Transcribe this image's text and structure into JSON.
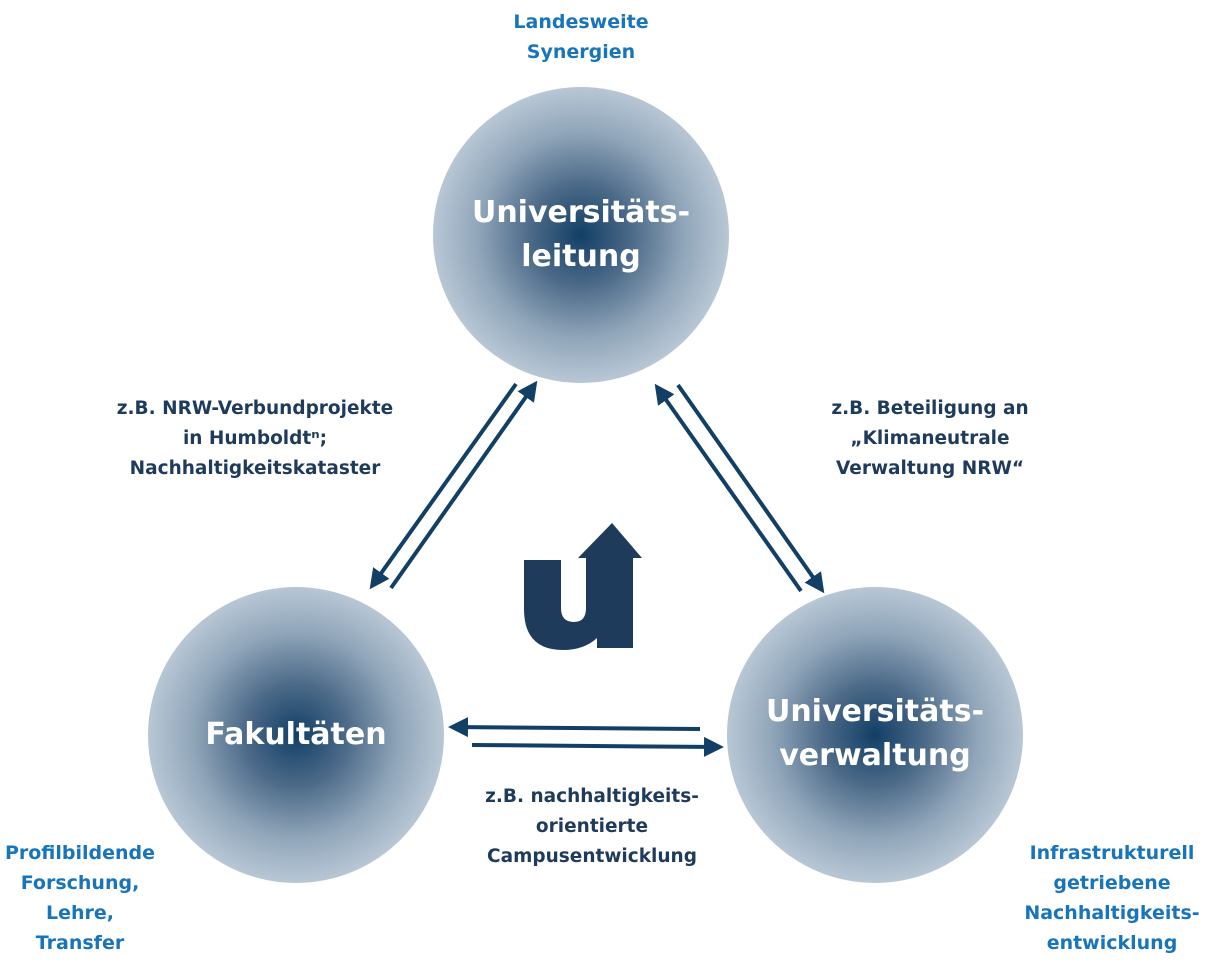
{
  "nodes": {
    "leitung": {
      "label": "Universitäts-\nleitung"
    },
    "fakultaeten": {
      "label": "Fakultäten"
    },
    "verwaltung": {
      "label": "Universitäts-\nverwaltung"
    }
  },
  "annotations": {
    "landesweite": "Landesweite\nSynergien",
    "profilbildende": "Profilbildende\nForschung,\nLehre,\nTransfer",
    "infrastrukturell": "Infrastrukturell\ngetriebene\nNachhaltigkeits-\nentwicklung"
  },
  "edges": {
    "fak_leitung": "z.B. NRW-Verbundprojekte\nin Humboldtⁿ;\nNachhaltigkeitskataster",
    "leitung_verwaltung": "z.B. Beteiligung an\n„Klimaneutrale\nVerwaltung NRW“",
    "fak_verwaltung": "z.B. nachhaltigkeits-\norientierte\nCampusentwicklung"
  },
  "colors": {
    "accent_blue": "#1874bb",
    "dark_navy": "#1f3b5c",
    "circle_center": "#123f66",
    "circle_edge": "#b4c4d3",
    "logo": "#1f3b5c"
  },
  "logo": {
    "icon": "u-arrow-logo-icon"
  }
}
